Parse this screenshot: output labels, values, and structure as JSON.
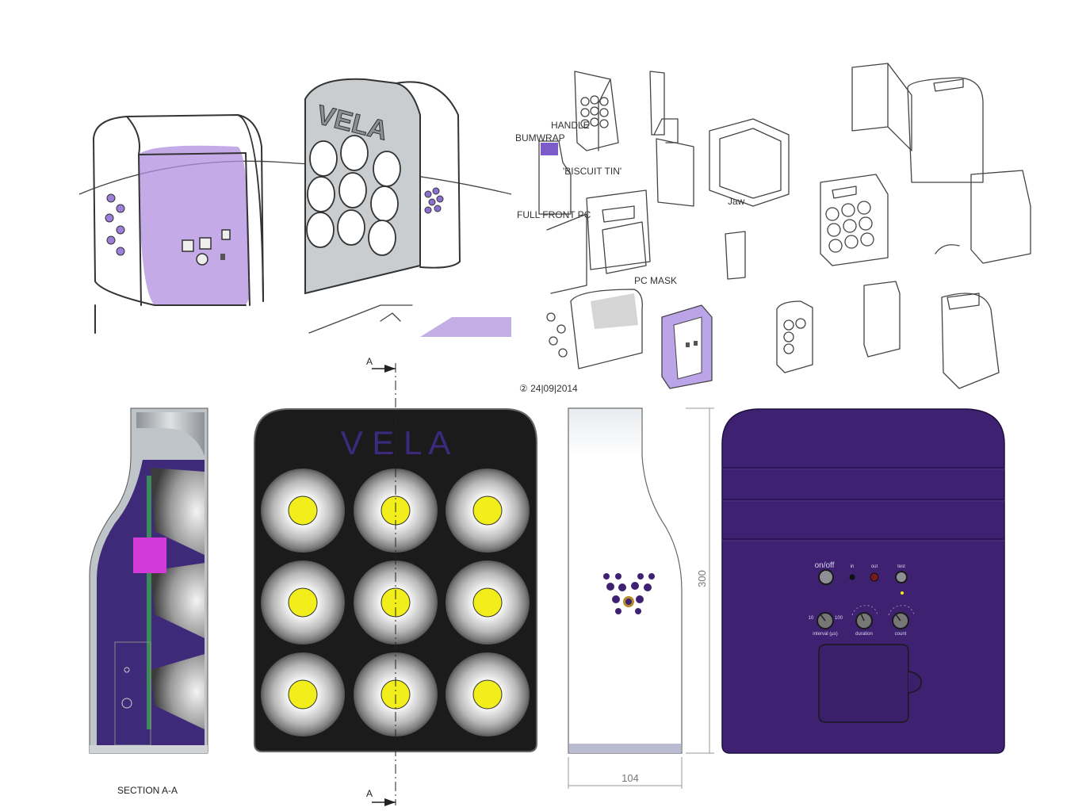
{
  "sketch_left": {
    "unit_label": "VELA"
  },
  "sketch_right": {
    "annotations": {
      "bumwrap": "BUMWRAP",
      "handle": "HANDLE",
      "biscuit": "'BISCUIT TIN'",
      "full_front_pc": "FULL FRONT PC",
      "pc_mask": "PC MASK",
      "jaw": "Jaw",
      "date": "② 24|09|2014"
    }
  },
  "drawings": {
    "section_marker_top": "A",
    "section_marker_bottom": "A",
    "section_caption": "SECTION A-A",
    "front_logo": "V E L A",
    "side_dim_height": "300",
    "side_dim_width": "104",
    "colors": {
      "purple": "#3e2170",
      "led_yellow": "#f2ee1c",
      "front_black": "#1b1b1b",
      "magenta": "#d43ad8"
    }
  },
  "control_panel": {
    "power_label": "on/off",
    "in_label": "in",
    "out_label": "out",
    "test_label": "test",
    "interval_min": "10",
    "interval_max": "100",
    "interval_label": "interval (µs)",
    "duration_label": "duration",
    "count_label": "count"
  }
}
